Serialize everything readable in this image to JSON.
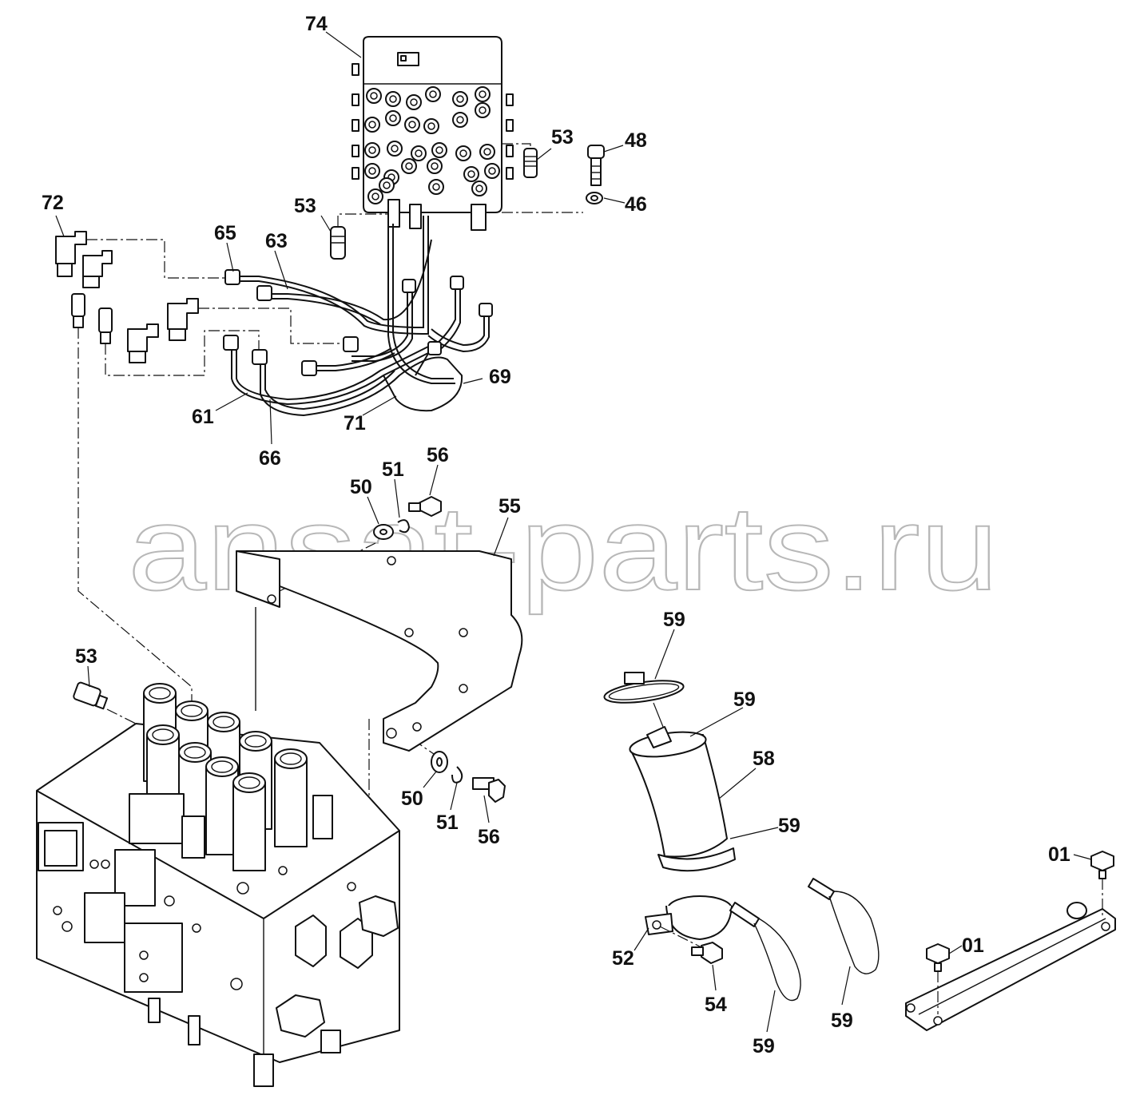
{
  "watermark": "ansat-parts.ru",
  "callouts": {
    "c74": "74",
    "c72": "72",
    "c53_top": "53",
    "c53_left": "53",
    "c53_valve": "53",
    "c48": "48",
    "c46": "46",
    "c65": "65",
    "c63": "63",
    "c69": "69",
    "c61": "61",
    "c71": "71",
    "c66": "66",
    "c50_top": "50",
    "c51_top": "51",
    "c56_top": "56",
    "c55": "55",
    "c50_bot": "50",
    "c51_bot": "51",
    "c56_bot": "56",
    "c59_a": "59",
    "c59_b": "59",
    "c58": "58",
    "c59_c": "59",
    "c01_top": "01",
    "c01_bot": "01",
    "c52": "52",
    "c54": "54",
    "c59_d": "59",
    "c59_e": "59"
  }
}
